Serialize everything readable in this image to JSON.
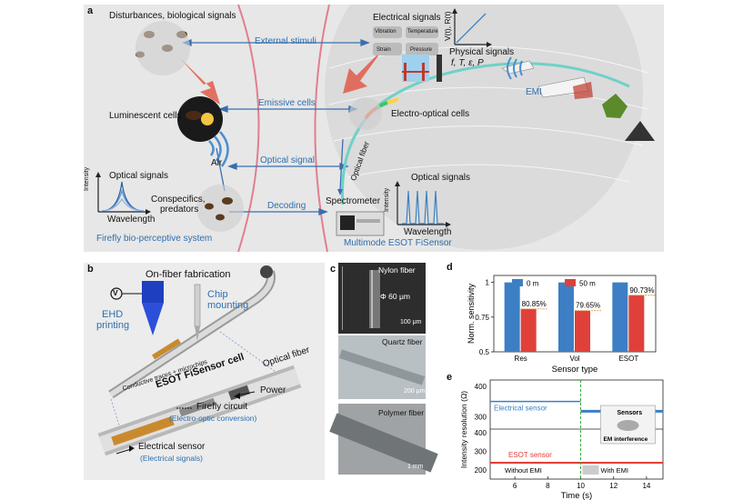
{
  "panel_letters": {
    "a": "a",
    "b": "b",
    "c": "c",
    "d": "d",
    "e": "e"
  },
  "panel_a": {
    "left": {
      "disturbances": "Disturbances, biological signals",
      "luminescent": "Luminescent cells",
      "air": "Air",
      "optical_signals": "Optical signals",
      "intensity": "Intensity",
      "wavelength": "Wavelength",
      "conspecifics": "Conspecifics,",
      "predators": "predators",
      "system": "Firefly bio-perceptive system"
    },
    "middle": {
      "external_stimuli": "External  stimuli",
      "emissive_cells": "Emissive cells",
      "optical_signal": "Optical signal",
      "decoding": "Decoding"
    },
    "right": {
      "electrical_signals": "Electrical signals",
      "vibration": "Vibration",
      "temperature": "Temperature",
      "strain": "Strain",
      "pressure": "Pressure",
      "v_axis": "V(t), R(t)",
      "physical_signals": "Physical signals",
      "physical_vars": "f, T, ε, P",
      "emi": "EMI",
      "electro_optical": "Electro-optical cells",
      "optical_fiber": "Optical fiber",
      "spectrometer": "Spectrometer",
      "optical_signals": "Optical signals",
      "intensity": "Intensity",
      "wavelength": "Wavelength",
      "system": "Multimode ESOT FiSensor"
    }
  },
  "panel_b": {
    "on_fiber": "On-fiber fabrication",
    "v_symbol": "V",
    "ehd": "EHD",
    "printing": "printing",
    "chip": "Chip",
    "mounting": "mounting",
    "traces": "Conductive traces + microchips",
    "optical_fiber": "Optical fiber",
    "esot_cell": "ESOT FiSensor cell",
    "power": "Power",
    "firefly_circuit": "Firefly circuit",
    "eo_conversion": "(Electro-optic conversion)",
    "electrical_sensor": "Electrical sensor",
    "electrical_signals": "(Electrical signals)"
  },
  "panel_c": {
    "nylon": "Nylon fiber",
    "phi": "Φ 60 μm",
    "scale1": "100 μm",
    "quartz": "Quartz fiber",
    "scale2": "200 μm",
    "polymer": "Polymer fiber",
    "scale3": "1 mm"
  },
  "chart_data": [
    {
      "type": "bar",
      "panel": "d",
      "categories": [
        "Res",
        "Vol",
        "ESOT"
      ],
      "series": [
        {
          "name": "0 m",
          "color": "#3d7fc4",
          "values": [
            1.0,
            1.0,
            1.0
          ]
        },
        {
          "name": "50 m",
          "color": "#e0403a",
          "values": [
            0.8085,
            0.7965,
            0.9073
          ]
        }
      ],
      "data_labels": [
        "80.85%",
        "79.65%",
        "90.73%"
      ],
      "xlabel": "Sensor type",
      "ylabel": "Norm. sensitivity",
      "ylim": [
        0.5,
        1.05
      ],
      "yticks": [
        "0.5",
        "0.75",
        "1"
      ],
      "legend": "top"
    },
    {
      "type": "line",
      "panel": "e",
      "xlabel": "Time (s)",
      "ylabel": "Intensity resolution (Ω)",
      "xlim": [
        4.5,
        15
      ],
      "xticks": [
        "6",
        "8",
        "10",
        "12",
        "14"
      ],
      "upper_yticks": [
        "300",
        "400"
      ],
      "lower_yticks": [
        "200",
        "300",
        "400"
      ],
      "emi_onset": 10,
      "series": [
        {
          "name": "Electrical sensor",
          "color": "#3d7fc4",
          "segments": [
            {
              "x": [
                4.5,
                10
              ],
              "y": [
                350,
                350
              ]
            },
            {
              "x": [
                10,
                15
              ],
              "y": [
                318,
                318
              ]
            }
          ]
        },
        {
          "name": "ESOT sensor",
          "color": "#e0403a",
          "segments": [
            {
              "x": [
                4.5,
                15
              ],
              "y": [
                238,
                238
              ]
            }
          ]
        }
      ],
      "annotations": {
        "without": "Without EMI",
        "with": "With EMI",
        "sensors": "Sensors",
        "em": "EM interference"
      }
    }
  ]
}
